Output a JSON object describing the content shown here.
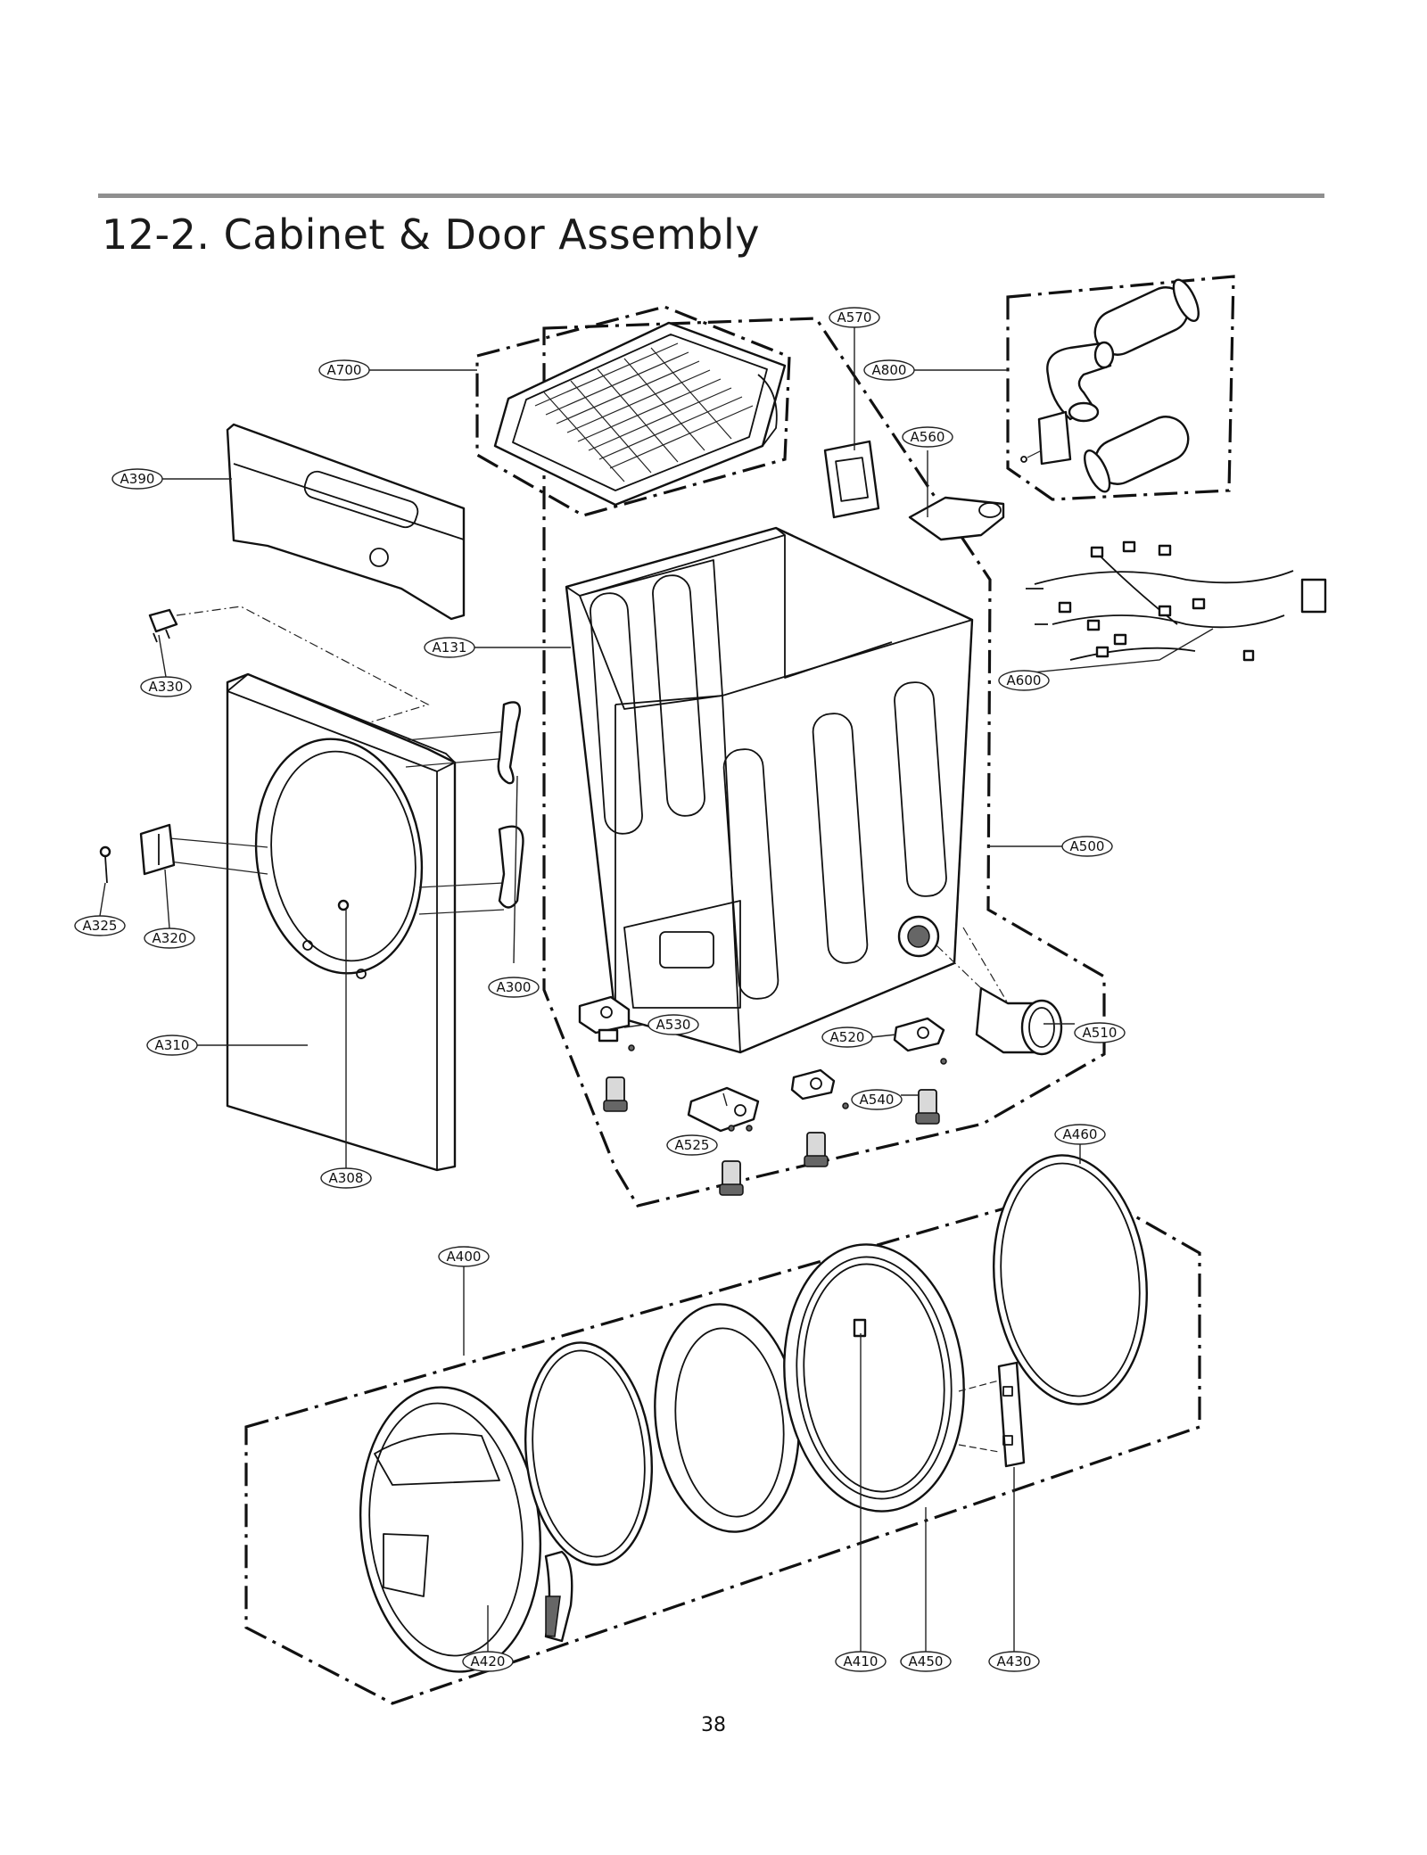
{
  "page": {
    "title": "12-2. Cabinet & Door Assembly",
    "page_number": "38"
  },
  "labels": {
    "A700": "A700",
    "A800": "A800",
    "A570": "A570",
    "A560": "A560",
    "A390": "A390",
    "A330": "A330",
    "A131": "A131",
    "A600": "A600",
    "A500": "A500",
    "A325": "A325",
    "A320": "A320",
    "A300": "A300",
    "A310": "A310",
    "A530": "A530",
    "A520": "A520",
    "A510": "A510",
    "A540": "A540",
    "A525": "A525",
    "A308": "A308",
    "A460": "A460",
    "A400": "A400",
    "A420": "A420",
    "A410": "A410",
    "A450": "A450",
    "A430": "A430"
  }
}
